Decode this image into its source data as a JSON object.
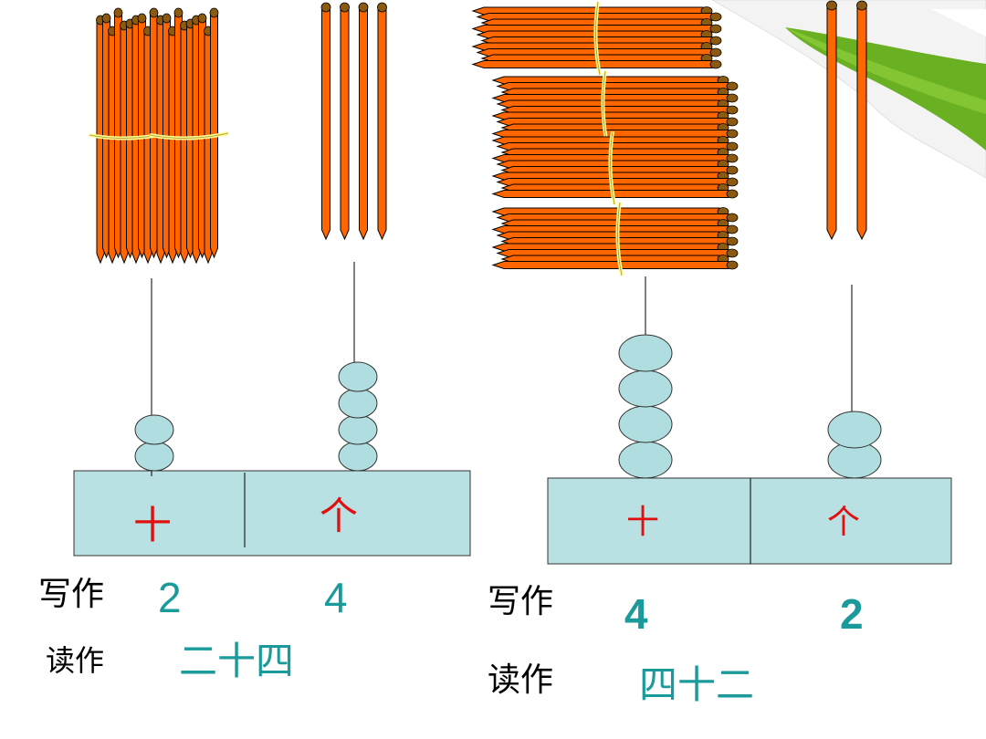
{
  "colors": {
    "stick": "#ff6600",
    "stick_outline": "#000000",
    "stick_end": "#8b5a10",
    "band": "#ffff99",
    "bead": "#b0dee0",
    "board": "#b9e0e3",
    "place_text": "#e01010",
    "number_text": "#1a9a9a",
    "label_text": "#000000",
    "leaf_green": "#6ab023",
    "leaf_white": "#f2f2f2"
  },
  "left": {
    "bundles_of_ten": 2,
    "single_sticks": 4,
    "abacus": {
      "tens_beads": 2,
      "ones_beads": 4
    },
    "board": {
      "tens_label": "十",
      "ones_label": "个"
    },
    "write_label": "写作",
    "write_tens_digit": "2",
    "write_ones_digit": "4",
    "read_label": "读作",
    "read_value": "二十四"
  },
  "right": {
    "bundles_of_ten": 4,
    "single_sticks": 2,
    "abacus": {
      "tens_beads": 4,
      "ones_beads": 2
    },
    "board": {
      "tens_label": "十",
      "ones_label": "个"
    },
    "write_label": "写作",
    "write_tens_digit": "4",
    "write_ones_digit": "2",
    "read_label": "读作",
    "read_value": "四十二"
  }
}
